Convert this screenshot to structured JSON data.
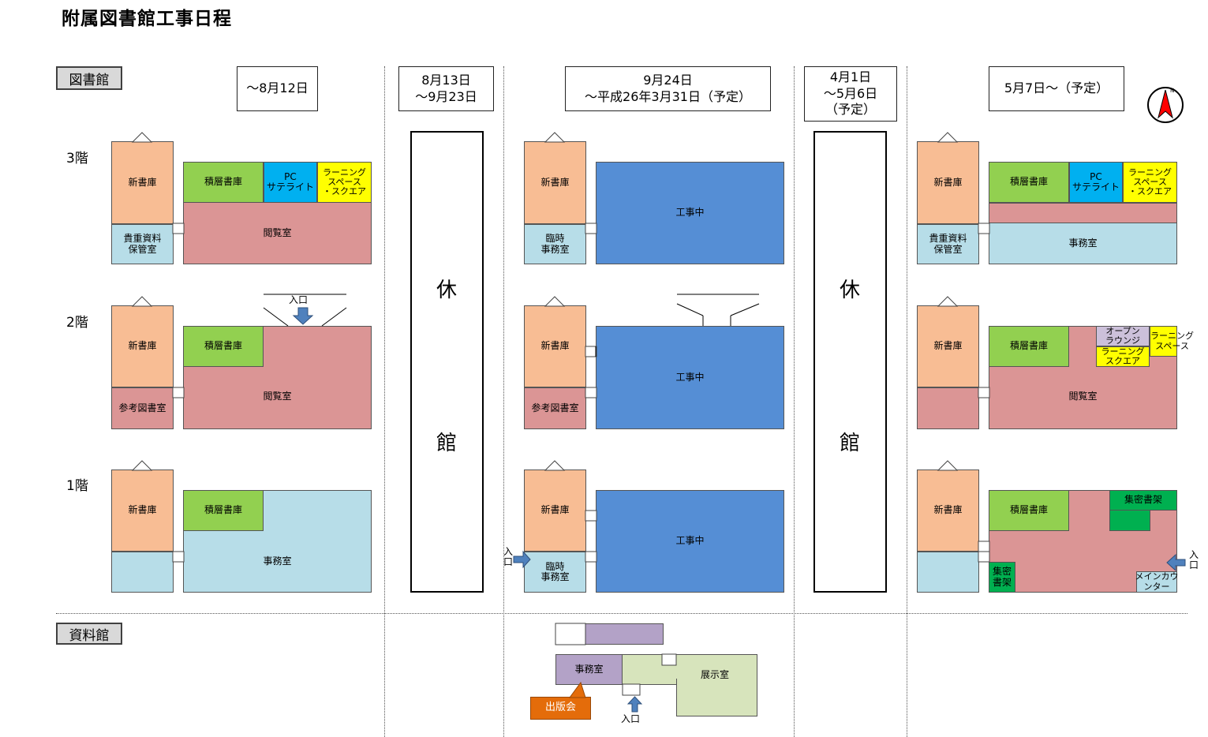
{
  "title": "附属図書館工事日程",
  "sections": {
    "library": "図書館",
    "archive": "資料館"
  },
  "floors": {
    "f3": "3階",
    "f2": "2階",
    "f1": "1階"
  },
  "phases": {
    "p1": "～8月12日",
    "p2": "8月13日\n～9月23日",
    "p3": "9月24日\n～平成26年3月31日（予定）",
    "p4": "4月1日\n～5月6日\n（予定）",
    "p5": "5月7日～（予定）"
  },
  "closed": {
    "char1": "休",
    "char2": "館"
  },
  "rooms": {
    "new_stacks": "新書庫",
    "compact_stacks": "積層書庫",
    "pc_satellite": "PC\nサテライト",
    "learning_space_square": "ラーニング\nスペース\n・スクエア",
    "learning_space": "ラーニング\nスペース",
    "learning_square": "ラーニング\nスクエア",
    "open_lounge": "オープン\nラウンジ",
    "reading_room": "閲覧室",
    "rare_materials": "貴重資料\n保管室",
    "office": "事務室",
    "temp_office": "臨時\n事務室",
    "reference_room": "参考図書室",
    "under_construction": "工事中",
    "dense_shelves": "集密書架",
    "dense_shelves_vert": "集密\n書架",
    "main_counter": "メインカウ\nンター",
    "exhibition_room": "展示室",
    "publisher": "出版会"
  },
  "entrance": "入口",
  "entrance_split": "入\n口",
  "compass": {
    "label": "N",
    "color": "#ff0000"
  },
  "colors": {
    "new_stacks": "#f8bd94",
    "compact_stacks": "#92d050",
    "reading_room": "#db9595",
    "office": "#b7dde8",
    "construction": "#558ed5",
    "pc": "#00b0f0",
    "learning": "#ffff00",
    "dense": "#00b050",
    "archive_office": "#b3a2c7",
    "exhibition": "#d7e4bc",
    "publisher": "#e46c0a",
    "arrow": "#4f81bd"
  }
}
